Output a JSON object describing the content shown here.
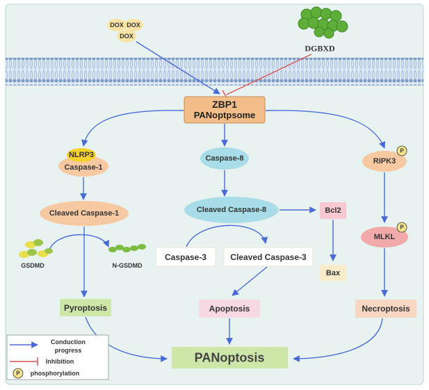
{
  "inputs": {
    "dox_tag": "DOX",
    "dgbxd_label": "DGBXD"
  },
  "complex": {
    "line1": "ZBP1",
    "line2": "PANoptpsome"
  },
  "pyroptosis_branch": {
    "nlrp3": "NLRP3",
    "caspase1": "Caspase-1",
    "cleaved_caspase1": "Cleaved Caspase-1",
    "gsdmd": "GSDMD",
    "n_gsdmd": "N-GSDMD",
    "outcome": "Pyroptosis"
  },
  "apoptosis_branch": {
    "caspase8": "Caspase-8",
    "cleaved_caspase8": "Cleaved Caspase-8",
    "bcl2": "Bcl2",
    "bax": "Bax",
    "caspase3": "Caspase-3",
    "cleaved_caspase3": "Cleaved Caspase-3",
    "outcome": "Apoptosis"
  },
  "necroptosis_branch": {
    "ripk3": "RIPK3",
    "mlkl": "MLKL",
    "phospho_mark": "P",
    "outcome": "Necroptosis"
  },
  "final": {
    "label": "PANoptosis"
  },
  "legend": {
    "conduction_line1": "Conduction",
    "conduction_line2": "progress",
    "inhibition": "Inhibition",
    "phospho_mark": "P",
    "phosphorylation": "phosphorylation"
  },
  "colors": {
    "arrow": "#4a6bd6",
    "inhibition": "#d9534f",
    "panel": "#e8f3f1",
    "complex_fill": "#f3bd8a",
    "nlrp3_fill": "#f4d12b",
    "ellipse_orange": "#f6c9a3",
    "ellipse_teal": "#a8dce8",
    "ellipse_red": "#f1a9a9",
    "green_box": "#cfe6a9",
    "pink_box": "#f7d9e4",
    "peach_box": "#f7d6c2",
    "bcl2_fill": "#f7c8cf",
    "bax_fill": "#f7ecca",
    "membrane": "#8aa6c8"
  }
}
